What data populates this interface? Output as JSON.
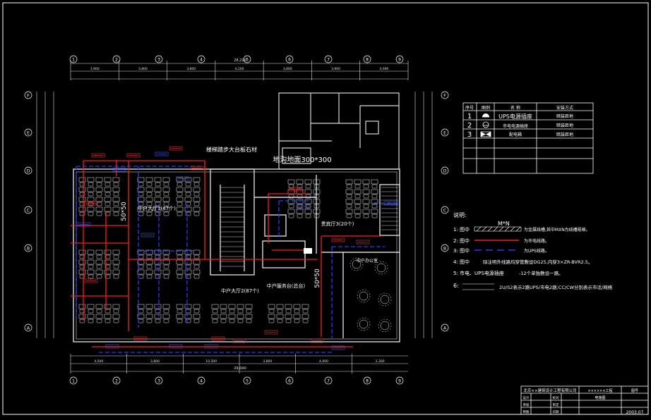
{
  "colors": {
    "background": "#000000",
    "frame": "#ffffff",
    "wall": "#d8d8d8",
    "dim": "#e0e0e0",
    "furniture": "#f2f2f2",
    "red_line": "#ff1a1a",
    "blue_line": "#2a3bff",
    "room_text": "#ffffff",
    "tag_red": "#ff3030",
    "tag_blue": "#4060ff"
  },
  "drawing": {
    "top_dimensions": [
      "3,900",
      "3,800",
      "3,800",
      "4,200",
      "3,800",
      "3,900",
      "3,000"
    ],
    "total_dimension": "28,210",
    "bottom_dimensions": [
      "4,500",
      "3,800",
      "10,500",
      "3,800",
      "4,000",
      "2,300"
    ],
    "bottom_total": "29,040",
    "column_labels_top": [
      "1",
      "2",
      "3",
      "4",
      "5",
      "6",
      "7",
      "8",
      "9"
    ],
    "row_labels_left": [
      "F",
      "E",
      "D",
      "C",
      "B",
      "A"
    ],
    "room_labels": {
      "stair_note": "楼梯踏步大台板石材",
      "duct_note": "地沟地面300*300",
      "hall1": "中户大厅1(47个)",
      "hall2": "中户大厅2(87个)",
      "vip": "贵宾厅3(20个)",
      "counter": "中户服务台(总台)",
      "room_right": "中户办公室",
      "dim_vertical": "50*50",
      "dim_vertical_2": "50*50"
    }
  },
  "legend_table": {
    "headers": [
      "序号",
      "图例",
      "名  称",
      "安装方式"
    ],
    "rows": [
      {
        "no": "1",
        "name": "UPS电源插座",
        "install": "暗装距地"
      },
      {
        "no": "2",
        "name": "市电电源插座",
        "install": "暗装距地"
      },
      {
        "no": "3",
        "name": "配电箱",
        "install": "暗装距地"
      }
    ]
  },
  "notes": {
    "title": "说明:",
    "mn_label": "M*N",
    "items": [
      {
        "num": "1: 图中",
        "text": "为金属线槽,其中MXN为线槽规格。"
      },
      {
        "num": "2: 图中",
        "text": "为市电线路。"
      },
      {
        "num": "3: 图中",
        "text": "为UPS线路。"
      },
      {
        "num": "4: 图中",
        "text": "除注明外线路均穿管敷设DG25,内穿3×ZR-BVR2.5。"
      },
      {
        "num": "5: 市电、UPS电源插座",
        "text": "-12个单独敷设一路。"
      },
      {
        "num": "6:",
        "text": "2U/S2表示2路UPS/市电2路;CC/CW分别表示市话/网络"
      }
    ]
  },
  "title_block": {
    "company": "北京××建筑设计工程有限公司",
    "project": "××××××工程",
    "drawing_name": "电施图",
    "sheet_label": "图号",
    "sheet_no": "2003.07",
    "labels": [
      "设计",
      "审核",
      "校对",
      "审定",
      "制图",
      "日期"
    ]
  }
}
